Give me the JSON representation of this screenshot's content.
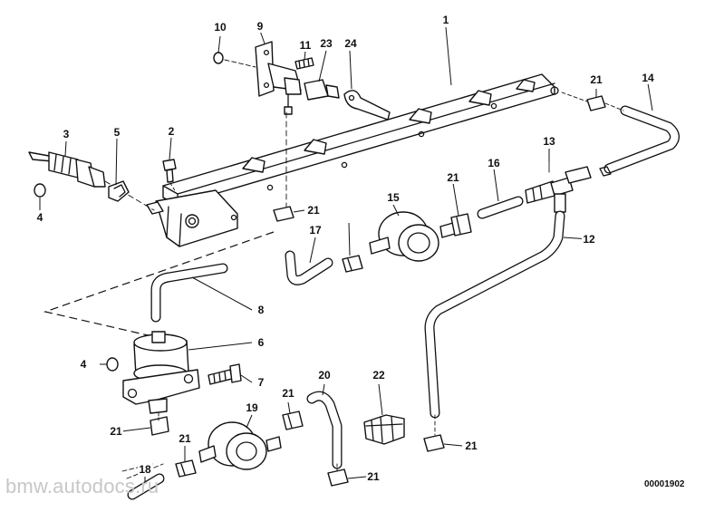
{
  "diagram": {
    "part_numbers": [
      "10",
      "9",
      "11",
      "23",
      "24",
      "1",
      "3",
      "5",
      "2",
      "4",
      "21",
      "14",
      "13",
      "15",
      "16",
      "17",
      "12",
      "8",
      "6",
      "4",
      "7",
      "20",
      "22",
      "21",
      "19",
      "21",
      "18",
      "21",
      "21",
      "21",
      "21",
      "21"
    ],
    "drawing_code": "00001902",
    "watermark": "bmw.autodocs.ru"
  }
}
